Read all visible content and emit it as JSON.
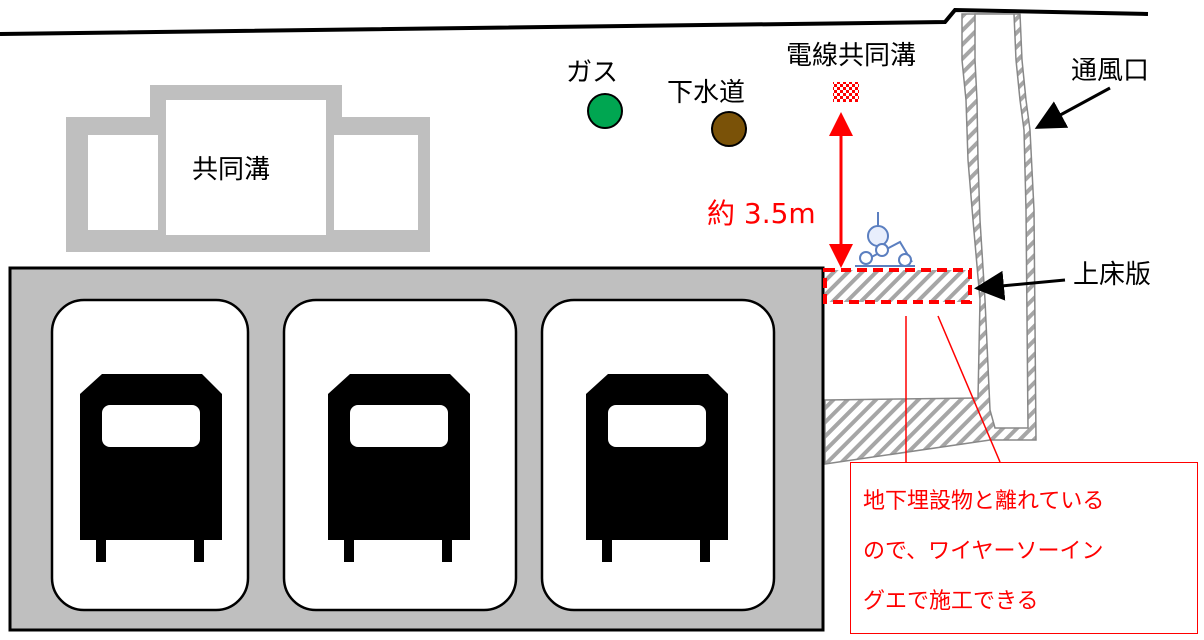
{
  "labels": {
    "kyodoko": "共同溝",
    "gas": "ガス",
    "sewer": "下水道",
    "cable_trench": "電線共同溝",
    "vent": "通風口",
    "distance": "約 3.5m",
    "upper_slab": "上床版"
  },
  "callout": {
    "lines": [
      "地下埋設物と離れている",
      "ので、ワイヤーソーイン",
      "グエで施工できる"
    ]
  },
  "colors": {
    "gas": "#00a651",
    "sewer": "#7a5208",
    "annotation": "#ff0000",
    "structure_gray": "#bfbfbf",
    "hatch": "#a6a6a6"
  },
  "trains": {
    "count": 3
  }
}
